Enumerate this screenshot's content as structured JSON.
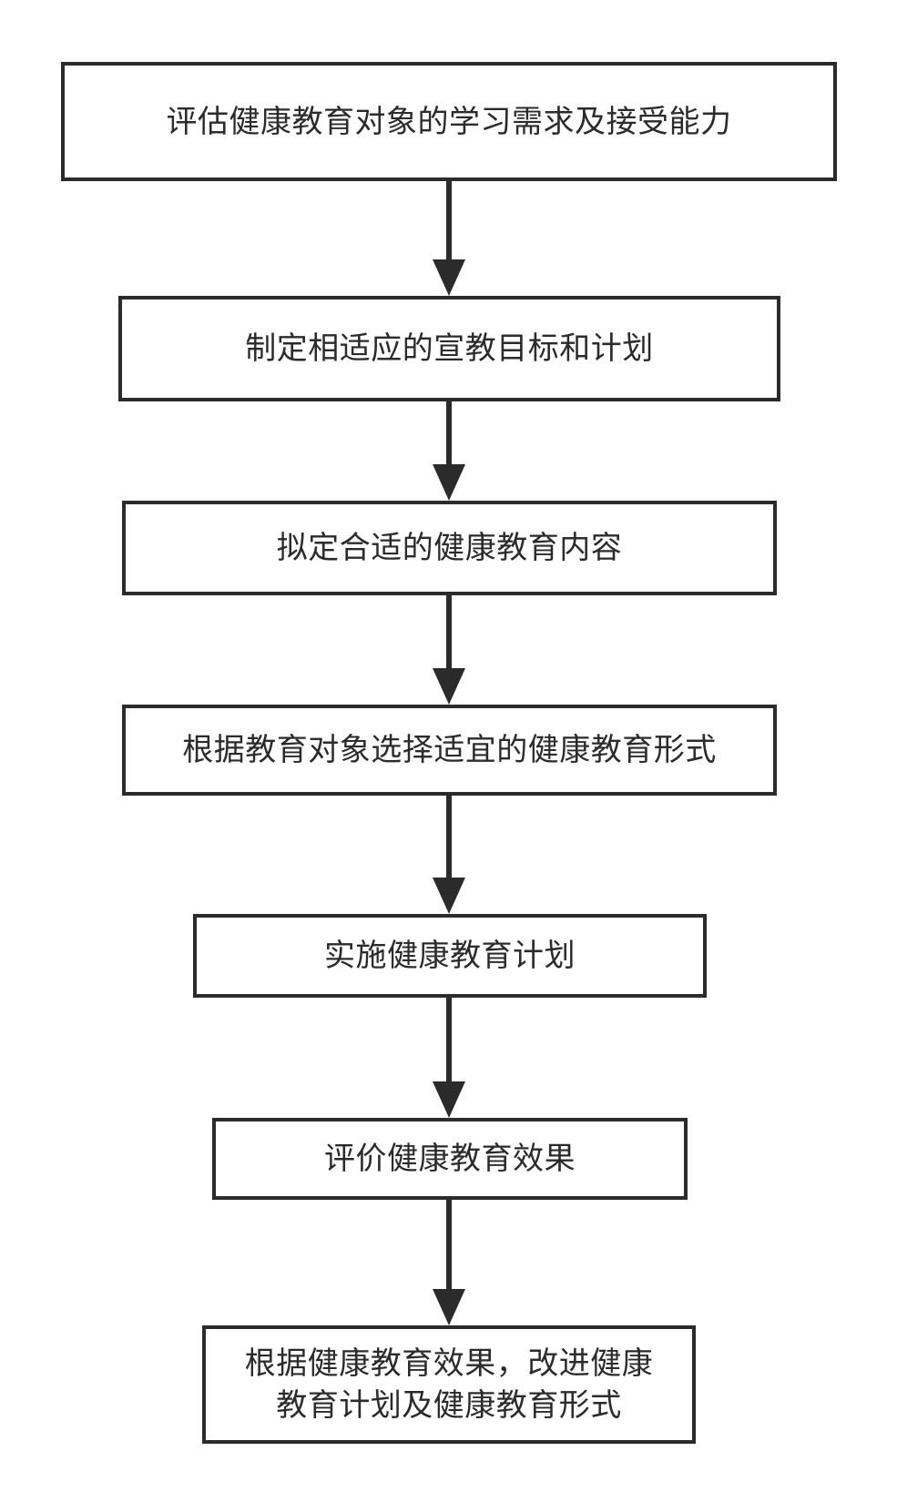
{
  "diagram": {
    "steps": [
      "评估健康教育对象的学习需求及接受能力",
      "制定相适应的宣教目标和计划",
      "拟定合适的健康教育内容",
      "根据教育对象选择适宜的健康教育形式",
      "实施健康教育计划",
      "评价健康教育效果",
      "根据健康教育效果，改进健康\n教育计划及健康教育形式"
    ],
    "colors": {
      "stroke": "#2b2b2b",
      "background": "#ffffff"
    }
  }
}
